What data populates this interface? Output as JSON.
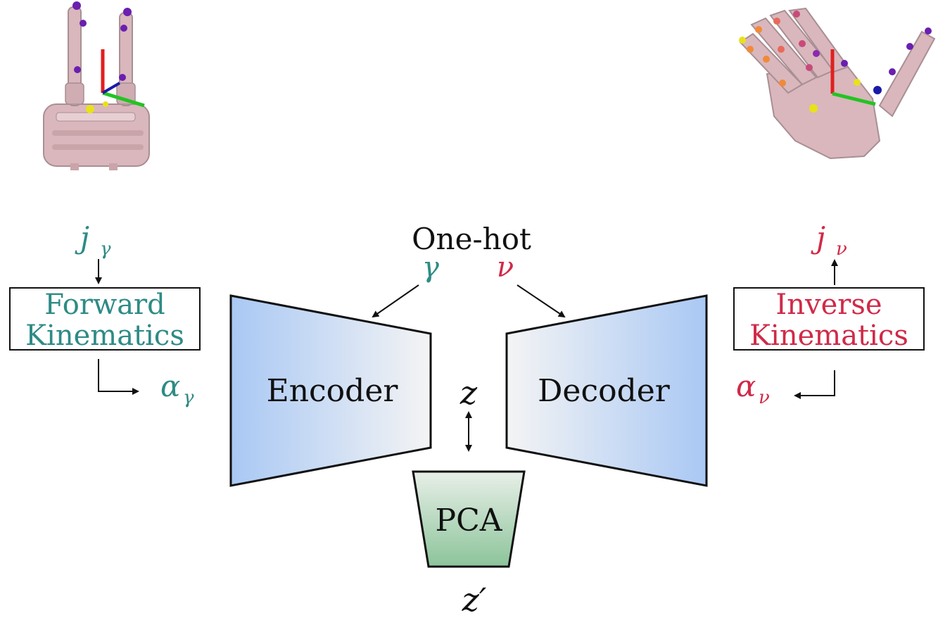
{
  "colors": {
    "teal": "#2e8b86",
    "red": "#d02a48",
    "encoder_blue": "#a9c8f4",
    "pca_green": "#8cc49a",
    "hand_skin": "#d9b7bc",
    "axis_red": "#e01f1f",
    "axis_green": "#22c422",
    "axis_blue": "#1a1aa8",
    "marker_purple": "#6a1fb0",
    "marker_yellow": "#e8e21a",
    "marker_orange": "#f08a3a",
    "ink": "#111111"
  },
  "left_hand": {
    "icon": "two-finger-gripper-icon"
  },
  "right_hand": {
    "icon": "five-finger-hand-icon"
  },
  "forward": {
    "label_line1": "Forward",
    "label_line2": "Kinematics",
    "input_symbol": "j",
    "input_sub": "γ",
    "output_symbol": "α",
    "output_sub": "γ"
  },
  "inverse": {
    "label_line1": "Inverse",
    "label_line2": "Kinematics",
    "output_symbol": "j",
    "output_sub": "ν",
    "input_symbol": "α",
    "input_sub": "ν"
  },
  "onehot": {
    "label": "One-hot",
    "gamma": "γ",
    "nu": "ν"
  },
  "encoder": {
    "label": "Encoder"
  },
  "decoder": {
    "label": "Decoder"
  },
  "latent": {
    "z": "z",
    "z_prime": "z′"
  },
  "pca": {
    "label": "PCA"
  }
}
